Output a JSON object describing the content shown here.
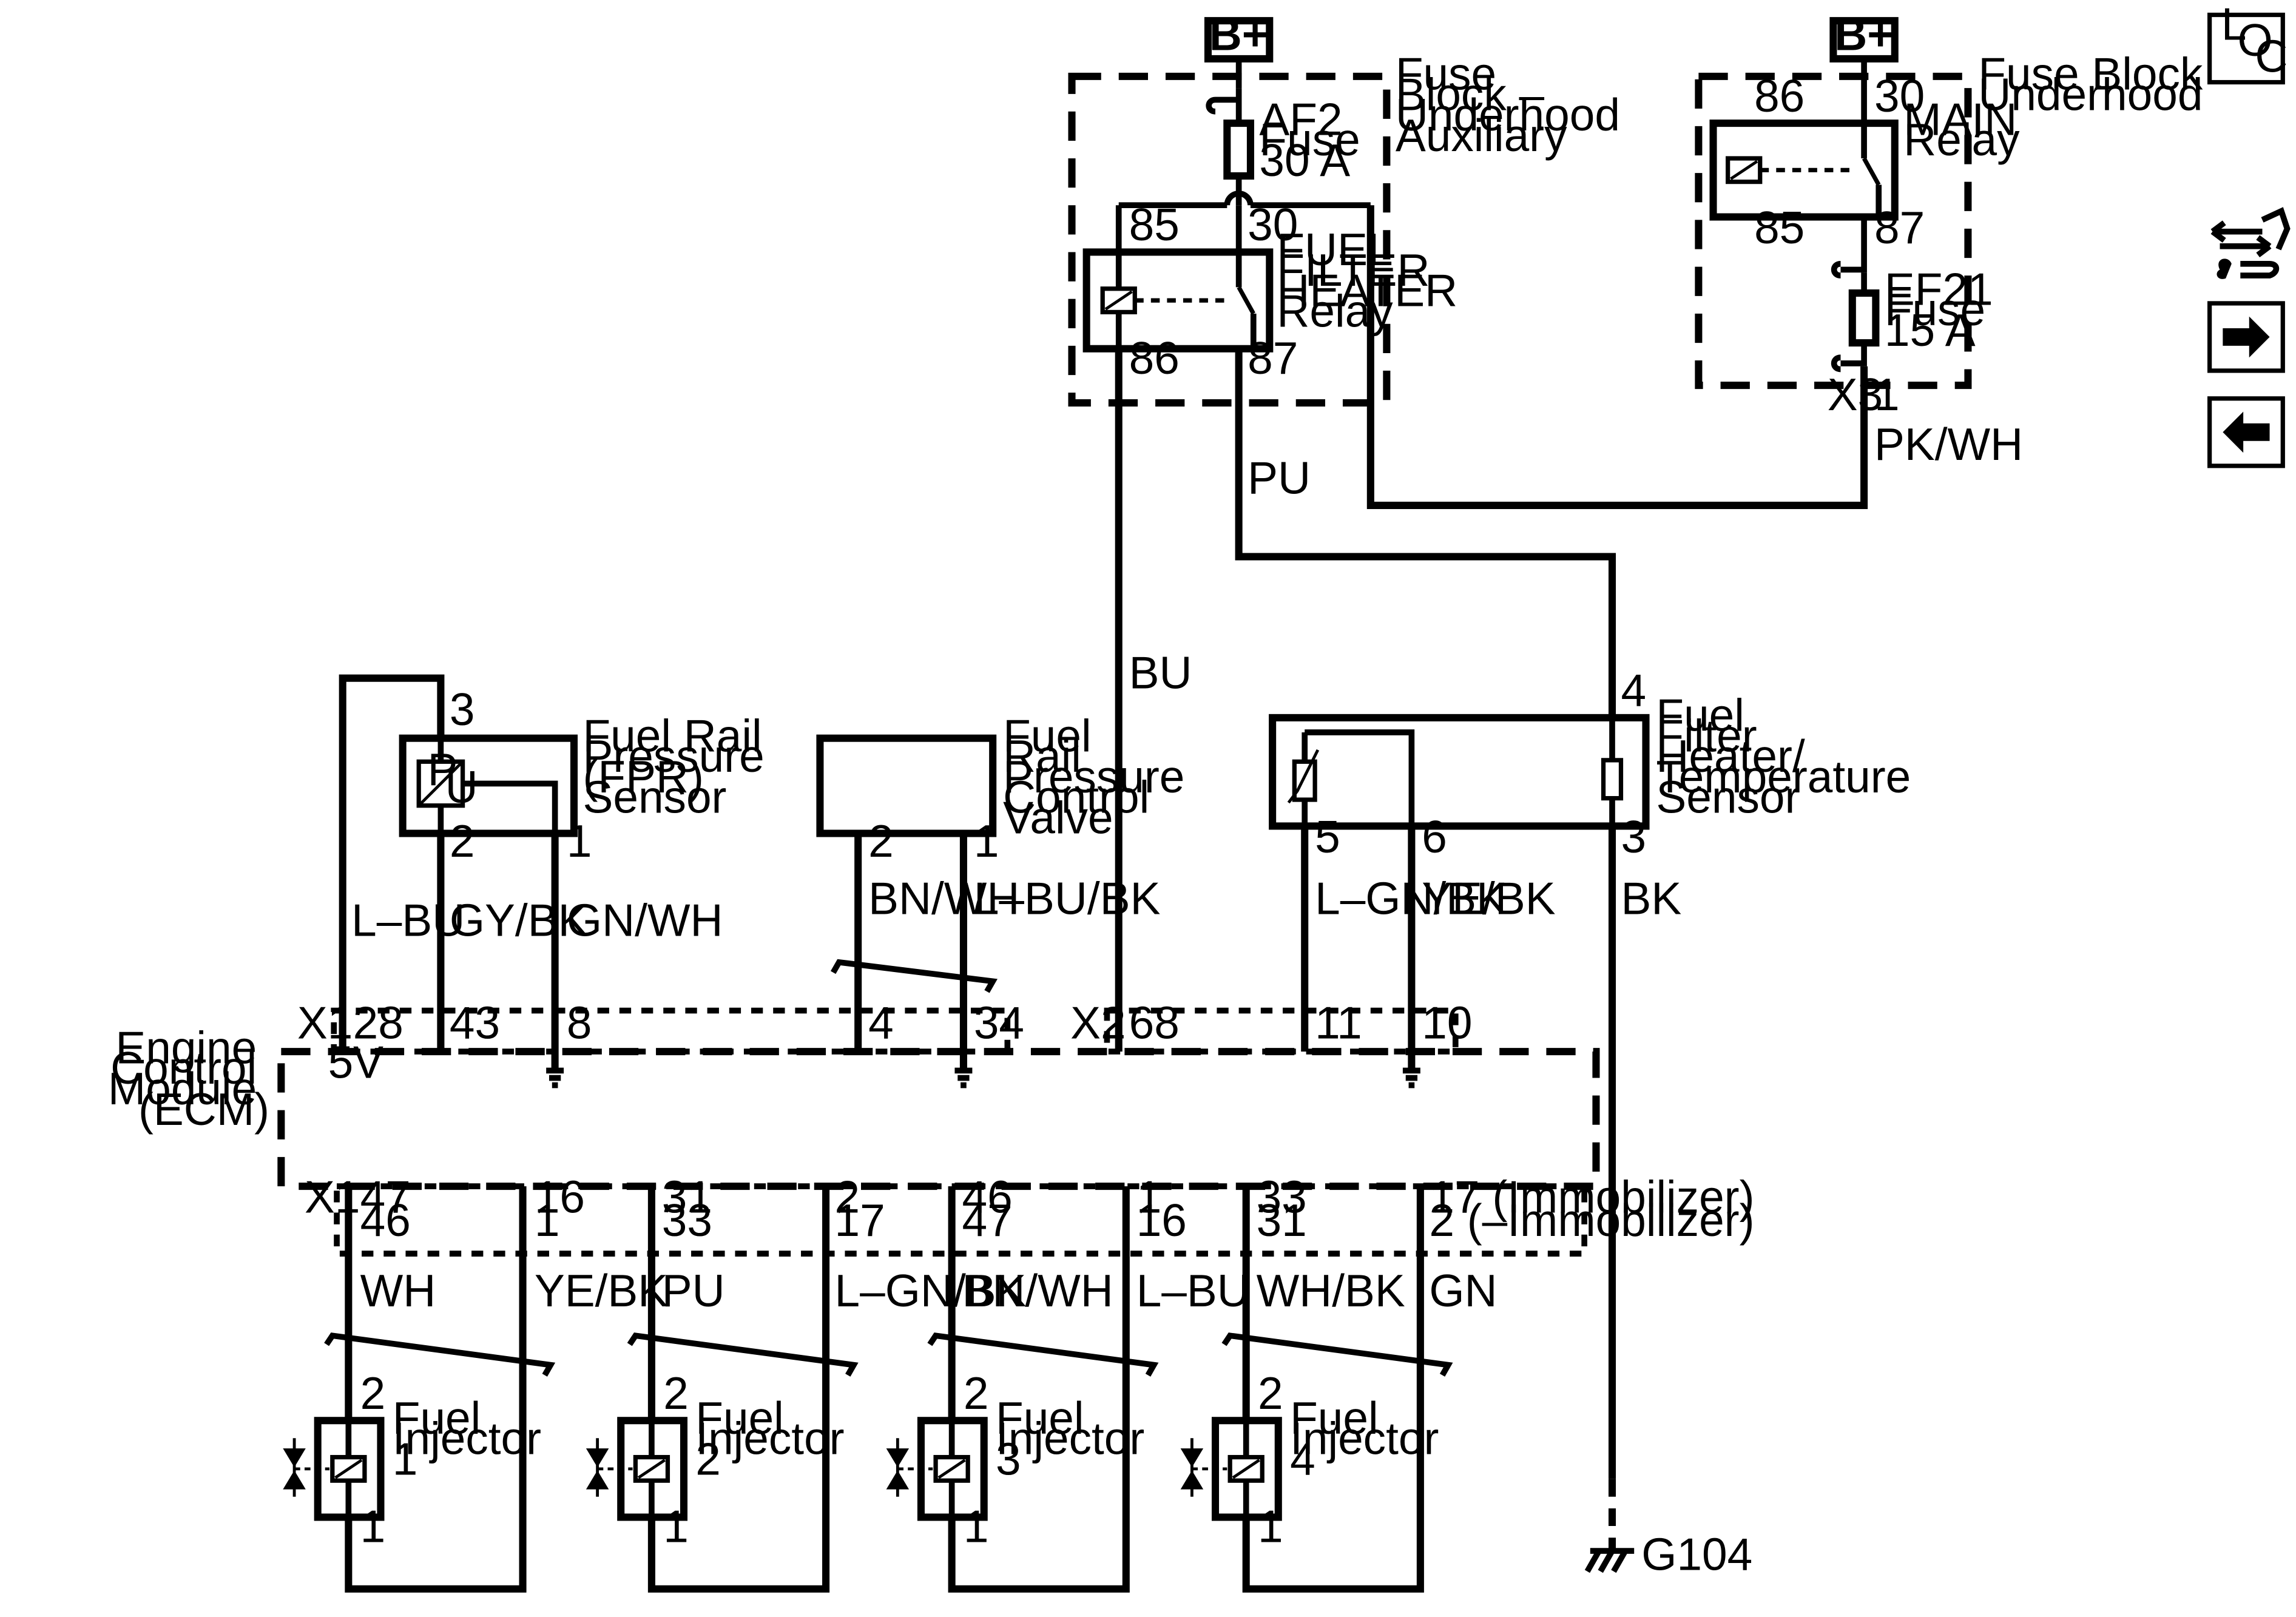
{
  "power": {
    "b_plus": "B+"
  },
  "fuse_block_aux": {
    "label": [
      "Fuse",
      "Block –",
      "Underhood",
      "Auxiliary"
    ],
    "fuse": [
      "AF2",
      "Fuse",
      "30 A"
    ],
    "relay": {
      "name": [
        "FUEL",
        "FILTER",
        "HEATER",
        "Relay"
      ],
      "pins": [
        "85",
        "30",
        "86",
        "87"
      ]
    }
  },
  "fuse_block_underhood": {
    "label": [
      "Fuse Block –",
      "Underhood"
    ],
    "relay": {
      "name": [
        "MAIN",
        "Relay"
      ],
      "pins": [
        "86",
        "30",
        "85",
        "87"
      ]
    },
    "fuse": [
      "EF21",
      "Fuse",
      "15 A"
    ],
    "connector": "X3",
    "pin": "1"
  },
  "wires": {
    "pk_wh": "PK/WH",
    "pu": "PU",
    "bu": "BU",
    "bk": "BK",
    "l_bu": "L–BU",
    "gy_bk": "GY/BK",
    "gn_wh": "GN/WH",
    "bn_wh": "BN/WH",
    "l_bu_bk": "L–BU/BK",
    "l_gn_bk": "L–GN/BK",
    "ye_bk": "YE/BK"
  },
  "fpr_sensor": {
    "label": [
      "Fuel Rail",
      "Pressure",
      "(FPR)",
      "Sensor"
    ],
    "pins": [
      "3",
      "2",
      "1"
    ],
    "symbol": [
      "P",
      "U"
    ]
  },
  "fuel_valve": {
    "label": [
      "Fuel",
      "Rail",
      "Pressure",
      "Control",
      "Valve"
    ],
    "pins": [
      "2",
      "1"
    ]
  },
  "filter_sensor": {
    "label": [
      "Fuel",
      "Filter",
      "Heater/",
      "Temperature",
      "Sensor"
    ],
    "pins": [
      "4",
      "5",
      "6",
      "3"
    ]
  },
  "ecm": {
    "label": [
      "Engine",
      "Control",
      "Module",
      "(ECM)"
    ],
    "x1": "X1",
    "x2": "X2",
    "five_v": "5V",
    "top_pins": [
      "28",
      "43",
      "8",
      "4",
      "34",
      "68",
      "11",
      "10"
    ],
    "bottom_pins": [
      [
        "47",
        "46"
      ],
      [
        "16",
        "1"
      ],
      [
        "31",
        "33"
      ],
      [
        "2",
        "17"
      ],
      [
        "46",
        "47"
      ],
      [
        "1",
        "16"
      ],
      [
        "33",
        "31"
      ],
      [
        "17 (Immobilizer)",
        "2 (–Immobilizer)"
      ]
    ]
  },
  "injector_wires": [
    "WH",
    "YE/BK",
    "PU",
    "L–GN/BK",
    "BN/WH",
    "L–BU",
    "WH/BK",
    "GN"
  ],
  "injectors": [
    {
      "label": [
        "Fuel",
        "Injector",
        "1"
      ],
      "pins": [
        "2",
        "1"
      ]
    },
    {
      "label": [
        "Fuel",
        "Injector",
        "2"
      ],
      "pins": [
        "2",
        "1"
      ]
    },
    {
      "label": [
        "Fuel",
        "Injector",
        "3"
      ],
      "pins": [
        "2",
        "1"
      ]
    },
    {
      "label": [
        "Fuel",
        "Injector",
        "4"
      ],
      "pins": [
        "2",
        "1"
      ]
    }
  ],
  "ground": "G104",
  "nav": {
    "loc": [
      "L",
      "O",
      "C"
    ],
    "icons": [
      "connector-tools-icon",
      "next-arrow-icon",
      "previous-arrow-icon"
    ]
  }
}
